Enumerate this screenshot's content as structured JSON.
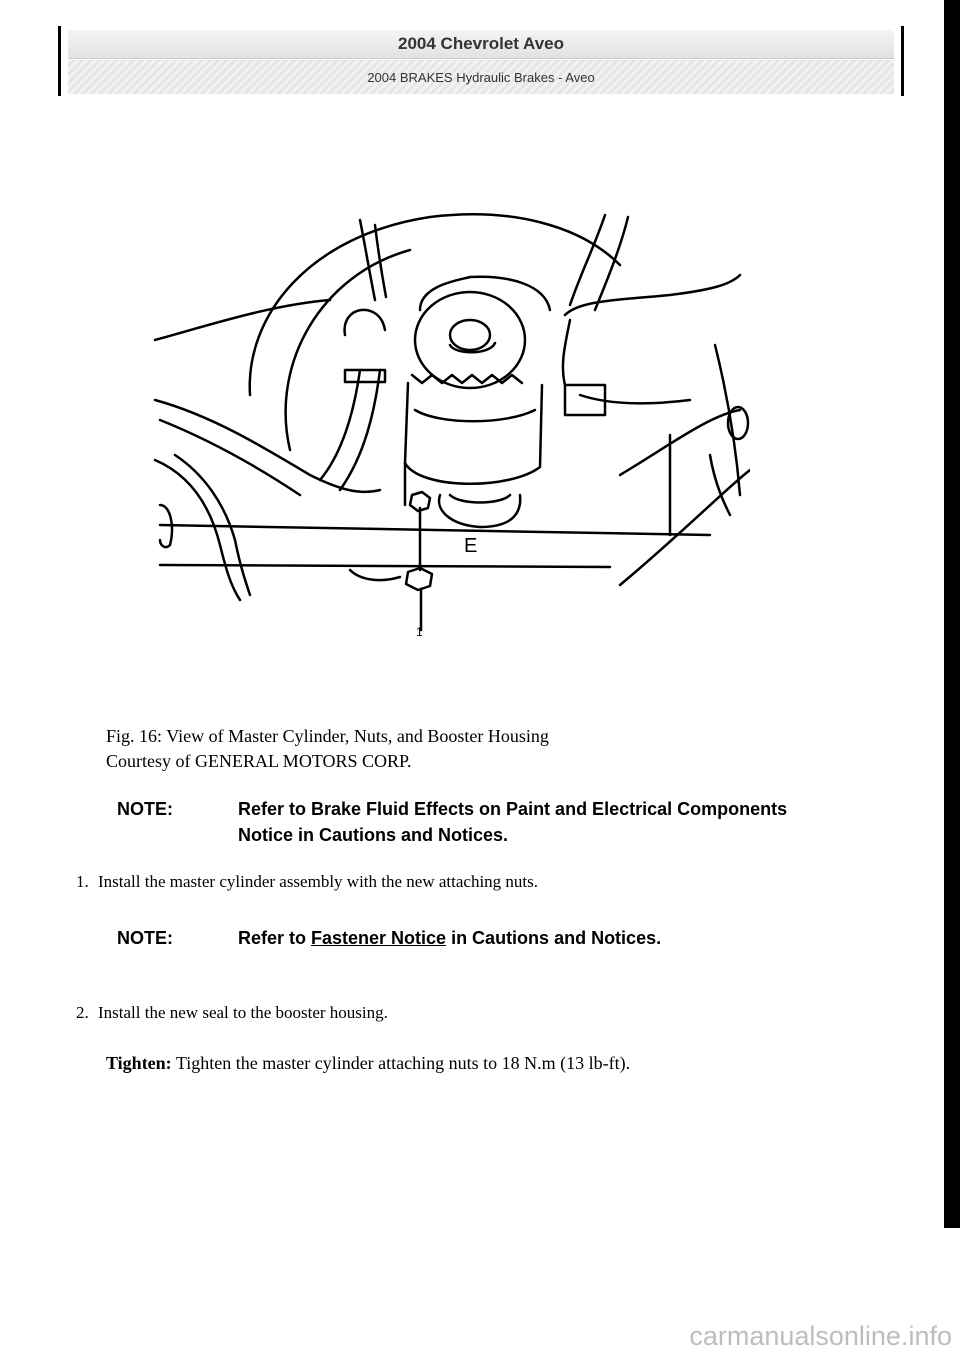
{
  "header": {
    "title": "2004 Chevrolet Aveo",
    "subtitle": "2004 BRAKES Hydraulic Brakes - Aveo"
  },
  "figure": {
    "callouts": {
      "e": "E",
      "bottom": "1"
    },
    "caption_line1": "Fig. 16: View of Master Cylinder, Nuts, and Booster Housing",
    "caption_line2": "Courtesy of GENERAL MOTORS CORP."
  },
  "notes": [
    {
      "label": "NOTE:",
      "text": "Refer to Brake Fluid Effects on Paint and Electrical Components Notice in Cautions and Notices."
    },
    {
      "label": "NOTE:",
      "text_pre": "Refer to ",
      "link": "Fastener Notice",
      "text_post": " in Cautions and Notices."
    }
  ],
  "steps": [
    {
      "number": "1.",
      "text": "Install the master cylinder assembly with the new attaching nuts."
    },
    {
      "number": "2.",
      "text": "Install the new seal to the booster housing."
    }
  ],
  "tighten": {
    "label": "Tighten:",
    "text": "Tighten the master cylinder attaching nuts to 18 N.m (13 lb-ft)."
  },
  "watermark": "carmanualsonline.info"
}
